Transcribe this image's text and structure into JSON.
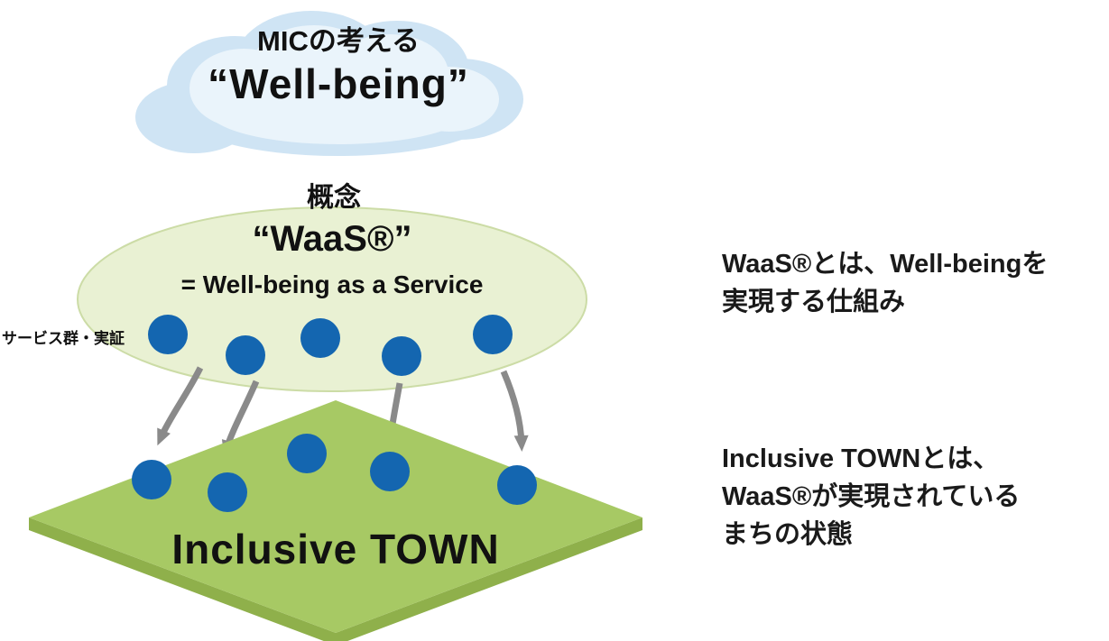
{
  "cloud": {
    "line1": "MICの考える",
    "line2": "“Well-being”"
  },
  "concept_label": "概念",
  "ellipse": {
    "title": "“WaaS®”",
    "subtitle": "= Well-being as a Service"
  },
  "service_label": "サービス群・実証",
  "platform": {
    "label": "Inclusive TOWN"
  },
  "notes": {
    "waas": {
      "lines": [
        "WaaS®とは、Well-beingを",
        "実現する仕組み"
      ]
    },
    "town": {
      "lines": [
        "Inclusive TOWNとは、",
        "WaaS®が実現されている",
        "まちの状態"
      ]
    }
  },
  "colors": {
    "cloud_fill": "#cfe4f4",
    "cloud_inner": "#eaf4fb",
    "ellipse_fill": "#e9f1d3",
    "ellipse_stroke": "#ccdca6",
    "platform_fill": "#a7c964",
    "platform_side": "#8fb04b",
    "dot": "#1466b0",
    "arrow": "#8a8a8a",
    "text": "#111111"
  }
}
